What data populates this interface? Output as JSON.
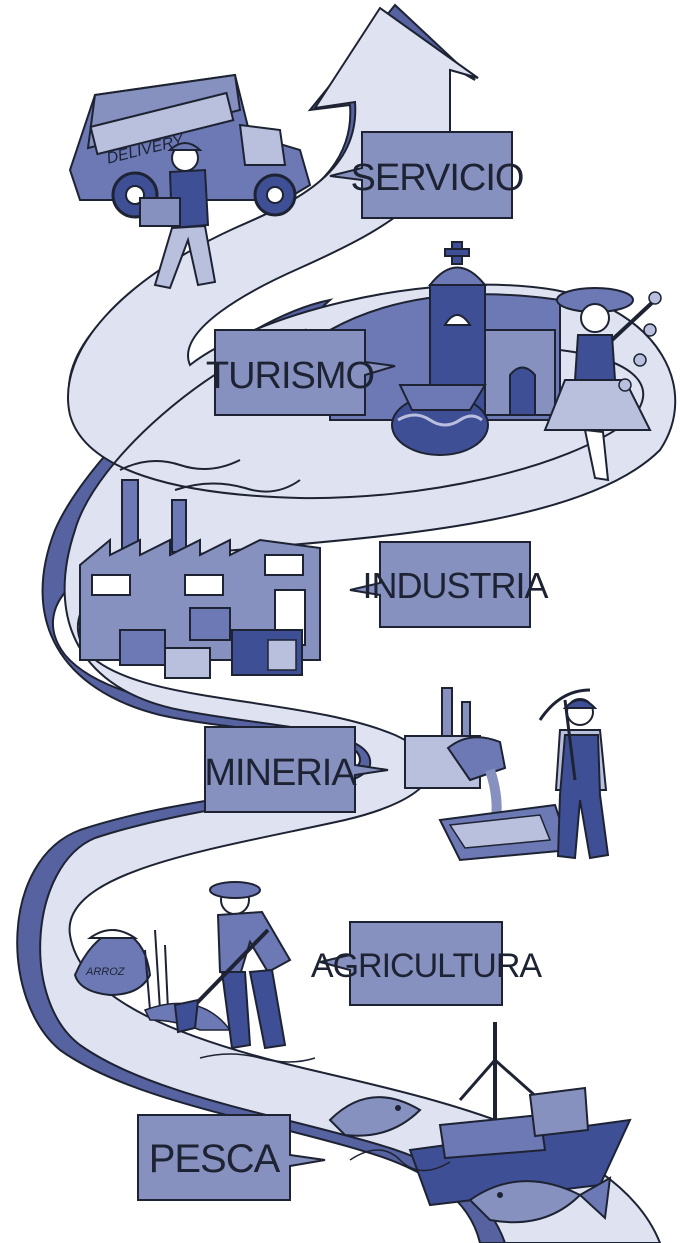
{
  "colors": {
    "road": "#dfe3f1",
    "road_edge": "#5663a0",
    "outline": "#1e2333",
    "label_fill": "#8691c0",
    "mid_blue": "#6c79b4",
    "dark_blue": "#3f4f95",
    "light_blue": "#b9c0de"
  },
  "sectors": [
    {
      "key": "servicio",
      "label": "SERVICIO",
      "icon": "delivery-truck-icon"
    },
    {
      "key": "turismo",
      "label": "TURISMO",
      "icon": "church-dancer-icon"
    },
    {
      "key": "industria",
      "label": "INDUSTRIA",
      "icon": "factory-icon"
    },
    {
      "key": "mineria",
      "label": "MINERIA",
      "icon": "miner-foundry-icon"
    },
    {
      "key": "agricultura",
      "label": "AGRICULTURA",
      "icon": "farmer-icon"
    },
    {
      "key": "pesca",
      "label": "PESCA",
      "icon": "fishing-boat-icon"
    }
  ],
  "truck_text": "DELIVERY",
  "sack_text": "ARROZ"
}
